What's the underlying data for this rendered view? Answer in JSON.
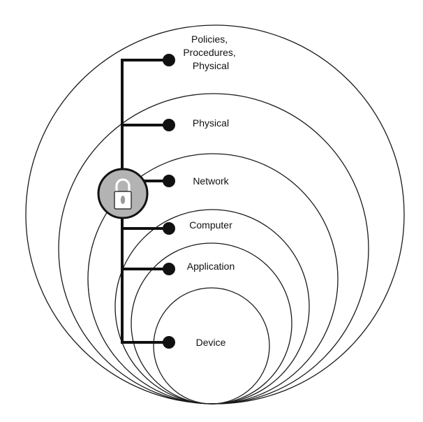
{
  "layers": [
    {
      "key": "policies",
      "label_lines": [
        "Policies,",
        "Procedures,",
        "Physical"
      ]
    },
    {
      "key": "physical",
      "label_lines": [
        "Physical"
      ]
    },
    {
      "key": "network",
      "label_lines": [
        "Network"
      ]
    },
    {
      "key": "computer",
      "label_lines": [
        "Computer"
      ]
    },
    {
      "key": "application",
      "label_lines": [
        "Application"
      ]
    },
    {
      "key": "device",
      "label_lines": [
        "Device"
      ]
    }
  ],
  "icons": {
    "center": "padlock-icon"
  },
  "colors": {
    "stroke": "#111111",
    "badge_fill": "#b3b3b3",
    "background": "#ffffff"
  }
}
